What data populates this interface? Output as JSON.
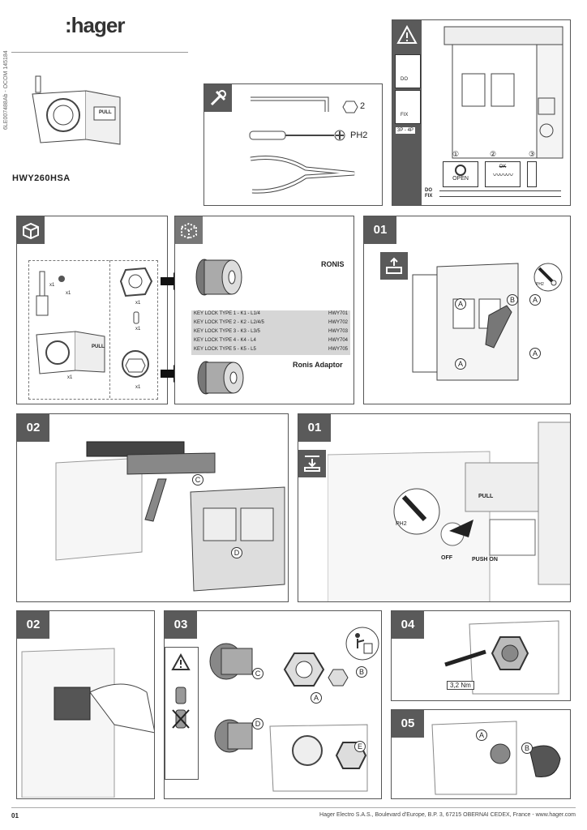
{
  "brand": {
    "logo_text": ":hager"
  },
  "header": {
    "doc_code": "6LE007488Ab - OCOM 145184",
    "product_code": "HWY260HSA",
    "part_label": "PULL"
  },
  "tools": {
    "hex_key_size": "2",
    "screwdriver_type": "PH2"
  },
  "warning_panel": {
    "do_label": "DO",
    "fix_label": "FIX",
    "pole_label": "3P - 4P",
    "step_numbers": [
      "①",
      "②",
      "③"
    ],
    "open_label": "OPEN",
    "ok_label": "OK",
    "legend": [
      "DO",
      "FIX"
    ]
  },
  "kit": {
    "qty": [
      "x1",
      "x1",
      "x1",
      "x1",
      "x1",
      "x1"
    ],
    "pull_label": "PULL"
  },
  "ronis": {
    "title": "RONIS",
    "rows": [
      {
        "desc": "KEY LOCK TYPE 1 - K1 - L1/4",
        "ref": "HWY701"
      },
      {
        "desc": "KEY LOCK TYPE 2 - K2 - L2/4/5",
        "ref": "HWY702"
      },
      {
        "desc": "KEY LOCK TYPE 3 - K3 - L3/5",
        "ref": "HWY703"
      },
      {
        "desc": "KEY LOCK TYPE 4 - K4 - L4",
        "ref": "HWY704"
      },
      {
        "desc": "KEY LOCK TYPE 5 - K5 - L5",
        "ref": "HWY705"
      }
    ],
    "adaptor_title": "Ronis Adaptor"
  },
  "steps": {
    "s1": {
      "number": "01",
      "callouts": [
        "A",
        "A",
        "B",
        "A",
        "A"
      ],
      "tool": "PH2"
    },
    "s2": {
      "number": "02",
      "callouts": [
        "C",
        "D"
      ]
    },
    "s1b": {
      "number": "01",
      "tool": "PH2",
      "labels": [
        "PULL",
        "OFF",
        "PUSH ON"
      ]
    },
    "s2b": {
      "number": "02"
    },
    "s3": {
      "number": "03",
      "callouts": [
        "C",
        "A",
        "B",
        "D",
        "E"
      ]
    },
    "s4": {
      "number": "04",
      "torque": "3,2 Nm"
    },
    "s5": {
      "number": "05",
      "callouts": [
        "A",
        "B"
      ]
    }
  },
  "footer": {
    "page": "01",
    "address": "Hager Electro S.A.S., Boulevard d'Europe, B.P. 3, 67215 OBERNAI CEDEX, France - www.hager.com"
  }
}
